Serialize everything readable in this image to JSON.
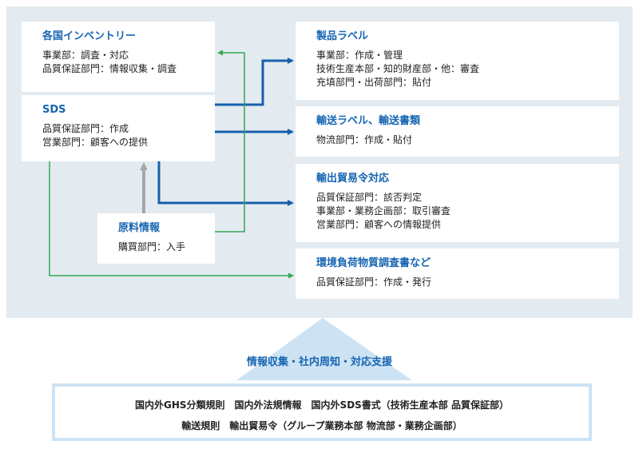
{
  "left_boxes": {
    "inventory": {
      "title": "各国インベントリー",
      "lines": [
        "事業部：調査・対応",
        "品質保証部門：情報収集・調査"
      ]
    },
    "sds": {
      "title": "SDS",
      "lines": [
        "品質保証部門：作成",
        "営業部門：顧客への提供"
      ]
    },
    "raw_material": {
      "title": "原料情報",
      "lines": [
        "購買部門：入手"
      ]
    }
  },
  "right_boxes": {
    "product_label": {
      "title": "製品ラベル",
      "lines": [
        "事業部：作成・管理",
        "技術生産本部・知的財産部・他：審査",
        "充填部門・出荷部門：貼付"
      ]
    },
    "transport_label": {
      "title": "輸送ラベル、輸送書類",
      "lines": [
        "物流部門：作成・貼付"
      ]
    },
    "export_control": {
      "title": "輸出貿易令対応",
      "lines": [
        "品質保証部門：該否判定",
        "事業部・業務企画部：取引審査",
        "営業部門：顧客への情報提供"
      ]
    },
    "env_survey": {
      "title": "環境負荷物質調査書など",
      "lines": [
        "品質保証部門：作成・発行"
      ]
    }
  },
  "support": {
    "title": "情報収集・社内周知・対応支援",
    "line1": "国内外GHS分類規則　国内外法規情報　国内外SDS書式（技術生産本部 品質保証部）",
    "line2": "輸送規則　輸出貿易令（グループ業務本部 物流部・業務企画部）"
  },
  "colors": {
    "panel_bg": "#e3ebf1",
    "title_blue": "#1665b2",
    "arrow_blue": "#1560ac",
    "arrow_green": "#33a853",
    "arrow_gray": "#a6a6a6",
    "triangle": "#cde3f4"
  }
}
